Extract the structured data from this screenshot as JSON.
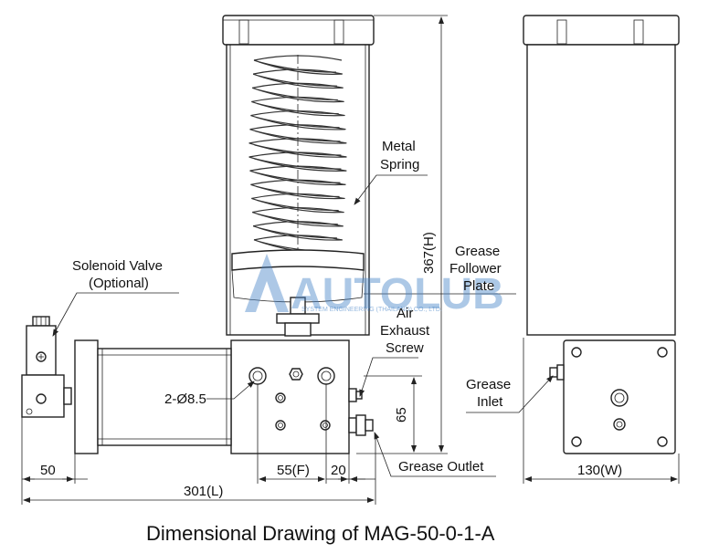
{
  "labels": {
    "metal_spring_1": "Metal",
    "metal_spring_2": "Spring",
    "height_dim": "367(H)",
    "grease_follower_1": "Grease",
    "grease_follower_2": "Follower",
    "grease_follower_3": "Plate",
    "solenoid_1": "Solenoid Valve",
    "solenoid_2": "(Optional)",
    "air_exhaust_1": "Air",
    "air_exhaust_2": "Exhaust",
    "air_exhaust_3": "Screw",
    "holes": "2-Ø8.5",
    "dim_65": "65",
    "grease_inlet_1": "Grease",
    "grease_inlet_2": "Inlet",
    "dim_50": "50",
    "dim_55f": "55(F)",
    "dim_20": "20",
    "grease_outlet": "Grease Outlet",
    "dim_130w": "130(W)",
    "dim_301l": "301(L)"
  },
  "watermark": {
    "brand": "AUTOLUB",
    "sub": "SYSTEM ENGINEERING (THAILAND) CO., LTD."
  },
  "title": "Dimensional Drawing of MAG-50-0-1-A"
}
